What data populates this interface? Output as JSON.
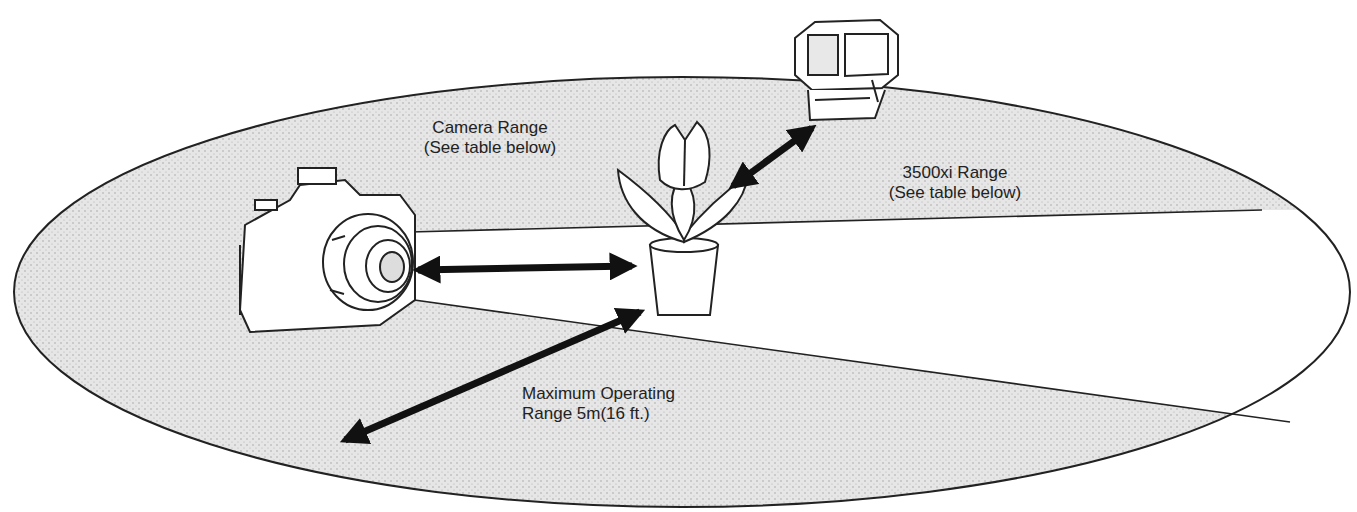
{
  "diagram": {
    "labels": [
      "Camera Range (See table below)",
      "3500xi Range (See table below)",
      "Maximum Operating Range 5m(16 ft.)"
    ]
  }
}
